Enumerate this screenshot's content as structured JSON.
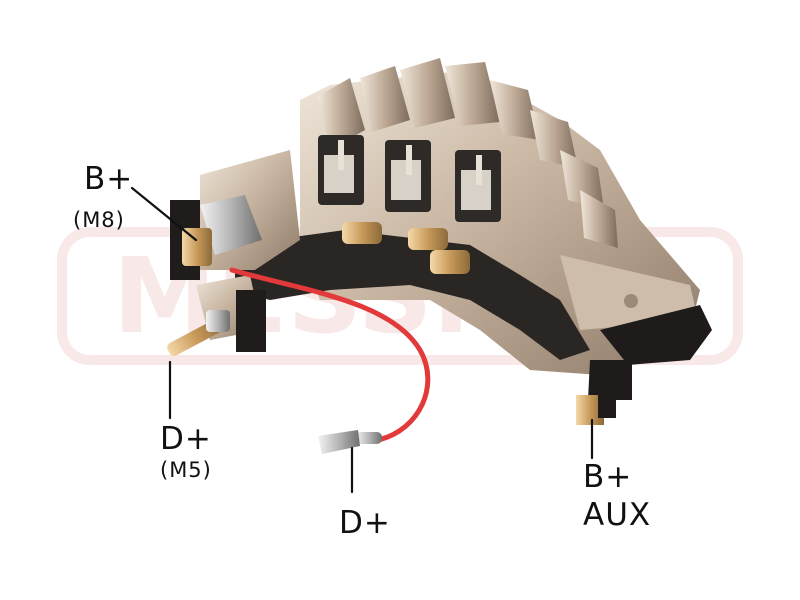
{
  "watermark": {
    "brand_text": "MESSMER",
    "color": "#f4d6d6"
  },
  "product": {
    "name": "rectifier-diode-plate",
    "accent_wire_color": "#e23a3a"
  },
  "callouts": {
    "b_plus_m8": {
      "label": "B+",
      "sub": "(M8)"
    },
    "d_plus_m5": {
      "label": "D+",
      "sub": "(M5)"
    },
    "d_plus_wire": {
      "label": "D+"
    },
    "b_plus_aux": {
      "label": "B+",
      "sub": "AUX"
    }
  }
}
